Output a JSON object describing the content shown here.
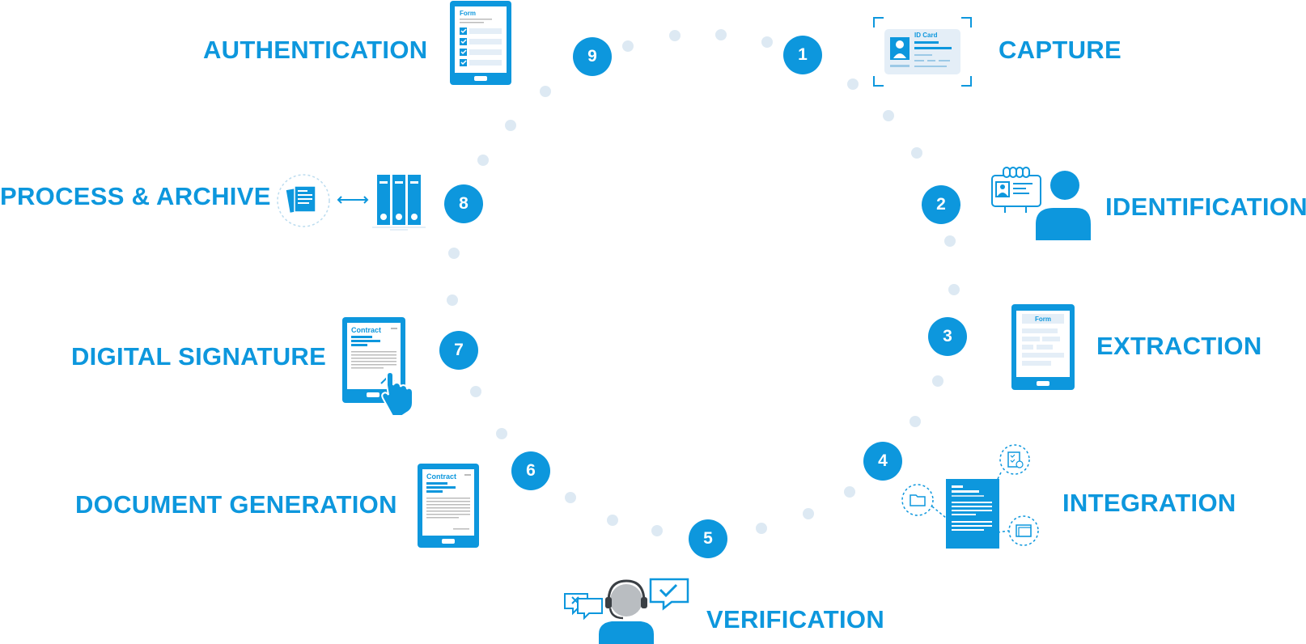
{
  "steps": [
    {
      "number": "1",
      "label": "CAPTURE",
      "icon": "id-card-scan-icon"
    },
    {
      "number": "2",
      "label": "IDENTIFICATION",
      "icon": "person-id-badge-icon"
    },
    {
      "number": "3",
      "label": "EXTRACTION",
      "icon": "tablet-form-icon"
    },
    {
      "number": "4",
      "label": "INTEGRATION",
      "icon": "document-integration-icon"
    },
    {
      "number": "5",
      "label": "VERIFICATION",
      "icon": "agent-headset-chat-icon"
    },
    {
      "number": "6",
      "label": "DOCUMENT GENERATION",
      "icon": "tablet-contract-icon"
    },
    {
      "number": "7",
      "label": "DIGITAL SIGNATURE",
      "icon": "tablet-contract-sign-icon"
    },
    {
      "number": "8",
      "label": "PROCESS & ARCHIVE",
      "icon": "binders-archive-icon"
    },
    {
      "number": "9",
      "label": "AUTHENTICATION",
      "icon": "tablet-checklist-icon"
    }
  ],
  "icon_text": {
    "id_card": "ID Card",
    "form": "Form",
    "contract": "Contract"
  },
  "colors": {
    "accent": "#0d97dd",
    "dot": "#dde9f3",
    "light_panel": "#e4eef7",
    "grey": "#b9bdc1"
  }
}
